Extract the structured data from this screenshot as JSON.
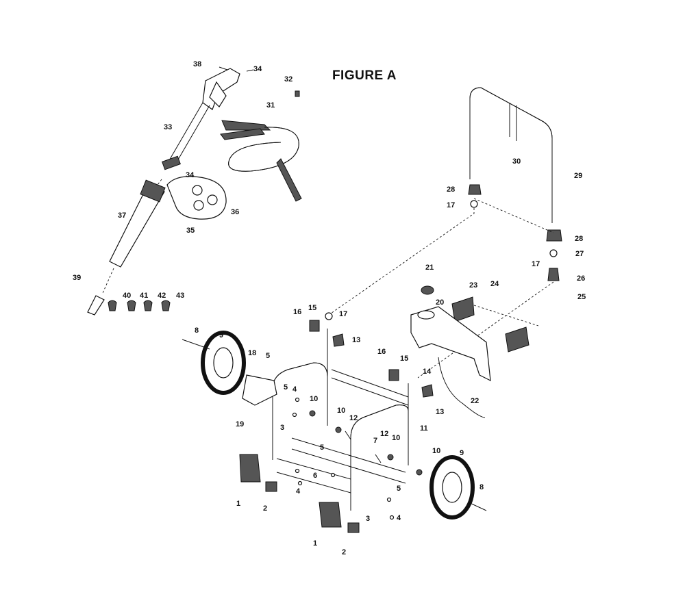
{
  "figure": {
    "title": "FIGURE A"
  },
  "callouts": [
    {
      "id": "c38a",
      "text": "38"
    },
    {
      "id": "c34a",
      "text": "34"
    },
    {
      "id": "c32",
      "text": "32"
    },
    {
      "id": "c31",
      "text": "31"
    },
    {
      "id": "c33",
      "text": "33"
    },
    {
      "id": "c34b",
      "text": "34"
    },
    {
      "id": "c36",
      "text": "36"
    },
    {
      "id": "c35",
      "text": "35"
    },
    {
      "id": "c37",
      "text": "37"
    },
    {
      "id": "c39",
      "text": "39"
    },
    {
      "id": "c40",
      "text": "40"
    },
    {
      "id": "c41",
      "text": "41"
    },
    {
      "id": "c42",
      "text": "42"
    },
    {
      "id": "c43",
      "text": "43"
    },
    {
      "id": "c30",
      "text": "30"
    },
    {
      "id": "c29",
      "text": "29"
    },
    {
      "id": "c28a",
      "text": "28"
    },
    {
      "id": "c17a",
      "text": "17"
    },
    {
      "id": "c28b",
      "text": "28"
    },
    {
      "id": "c17b",
      "text": "17"
    },
    {
      "id": "c27",
      "text": "27"
    },
    {
      "id": "c26",
      "text": "26"
    },
    {
      "id": "c25",
      "text": "25"
    },
    {
      "id": "c21",
      "text": "21"
    },
    {
      "id": "c23",
      "text": "23"
    },
    {
      "id": "c24",
      "text": "24"
    },
    {
      "id": "c20",
      "text": "20"
    },
    {
      "id": "c16a",
      "text": "16"
    },
    {
      "id": "c15a",
      "text": "15"
    },
    {
      "id": "c17c",
      "text": "17"
    },
    {
      "id": "c13a",
      "text": "13"
    },
    {
      "id": "c8a",
      "text": "8"
    },
    {
      "id": "c9a",
      "text": "9"
    },
    {
      "id": "c18",
      "text": "18"
    },
    {
      "id": "c5a",
      "text": "5"
    },
    {
      "id": "c16b",
      "text": "16"
    },
    {
      "id": "c15b",
      "text": "15"
    },
    {
      "id": "c14",
      "text": "14"
    },
    {
      "id": "c22",
      "text": "22"
    },
    {
      "id": "c13b",
      "text": "13"
    },
    {
      "id": "c5b",
      "text": "5"
    },
    {
      "id": "c4a",
      "text": "4"
    },
    {
      "id": "c10a",
      "text": "10"
    },
    {
      "id": "c19",
      "text": "19"
    },
    {
      "id": "c10b",
      "text": "10"
    },
    {
      "id": "c12a",
      "text": "12"
    },
    {
      "id": "c3a",
      "text": "3"
    },
    {
      "id": "c11",
      "text": "11"
    },
    {
      "id": "c5c",
      "text": "5"
    },
    {
      "id": "c7",
      "text": "7"
    },
    {
      "id": "c12b",
      "text": "12"
    },
    {
      "id": "c10c",
      "text": "10"
    },
    {
      "id": "c10d",
      "text": "10"
    },
    {
      "id": "c9b",
      "text": "9"
    },
    {
      "id": "c6",
      "text": "6"
    },
    {
      "id": "c4b",
      "text": "4"
    },
    {
      "id": "c1a",
      "text": "1"
    },
    {
      "id": "c2a",
      "text": "2"
    },
    {
      "id": "c8b",
      "text": "8"
    },
    {
      "id": "c5d",
      "text": "5"
    },
    {
      "id": "c3b",
      "text": "3"
    },
    {
      "id": "c4c",
      "text": "4"
    },
    {
      "id": "c1b",
      "text": "1"
    },
    {
      "id": "c2b",
      "text": "2"
    }
  ]
}
